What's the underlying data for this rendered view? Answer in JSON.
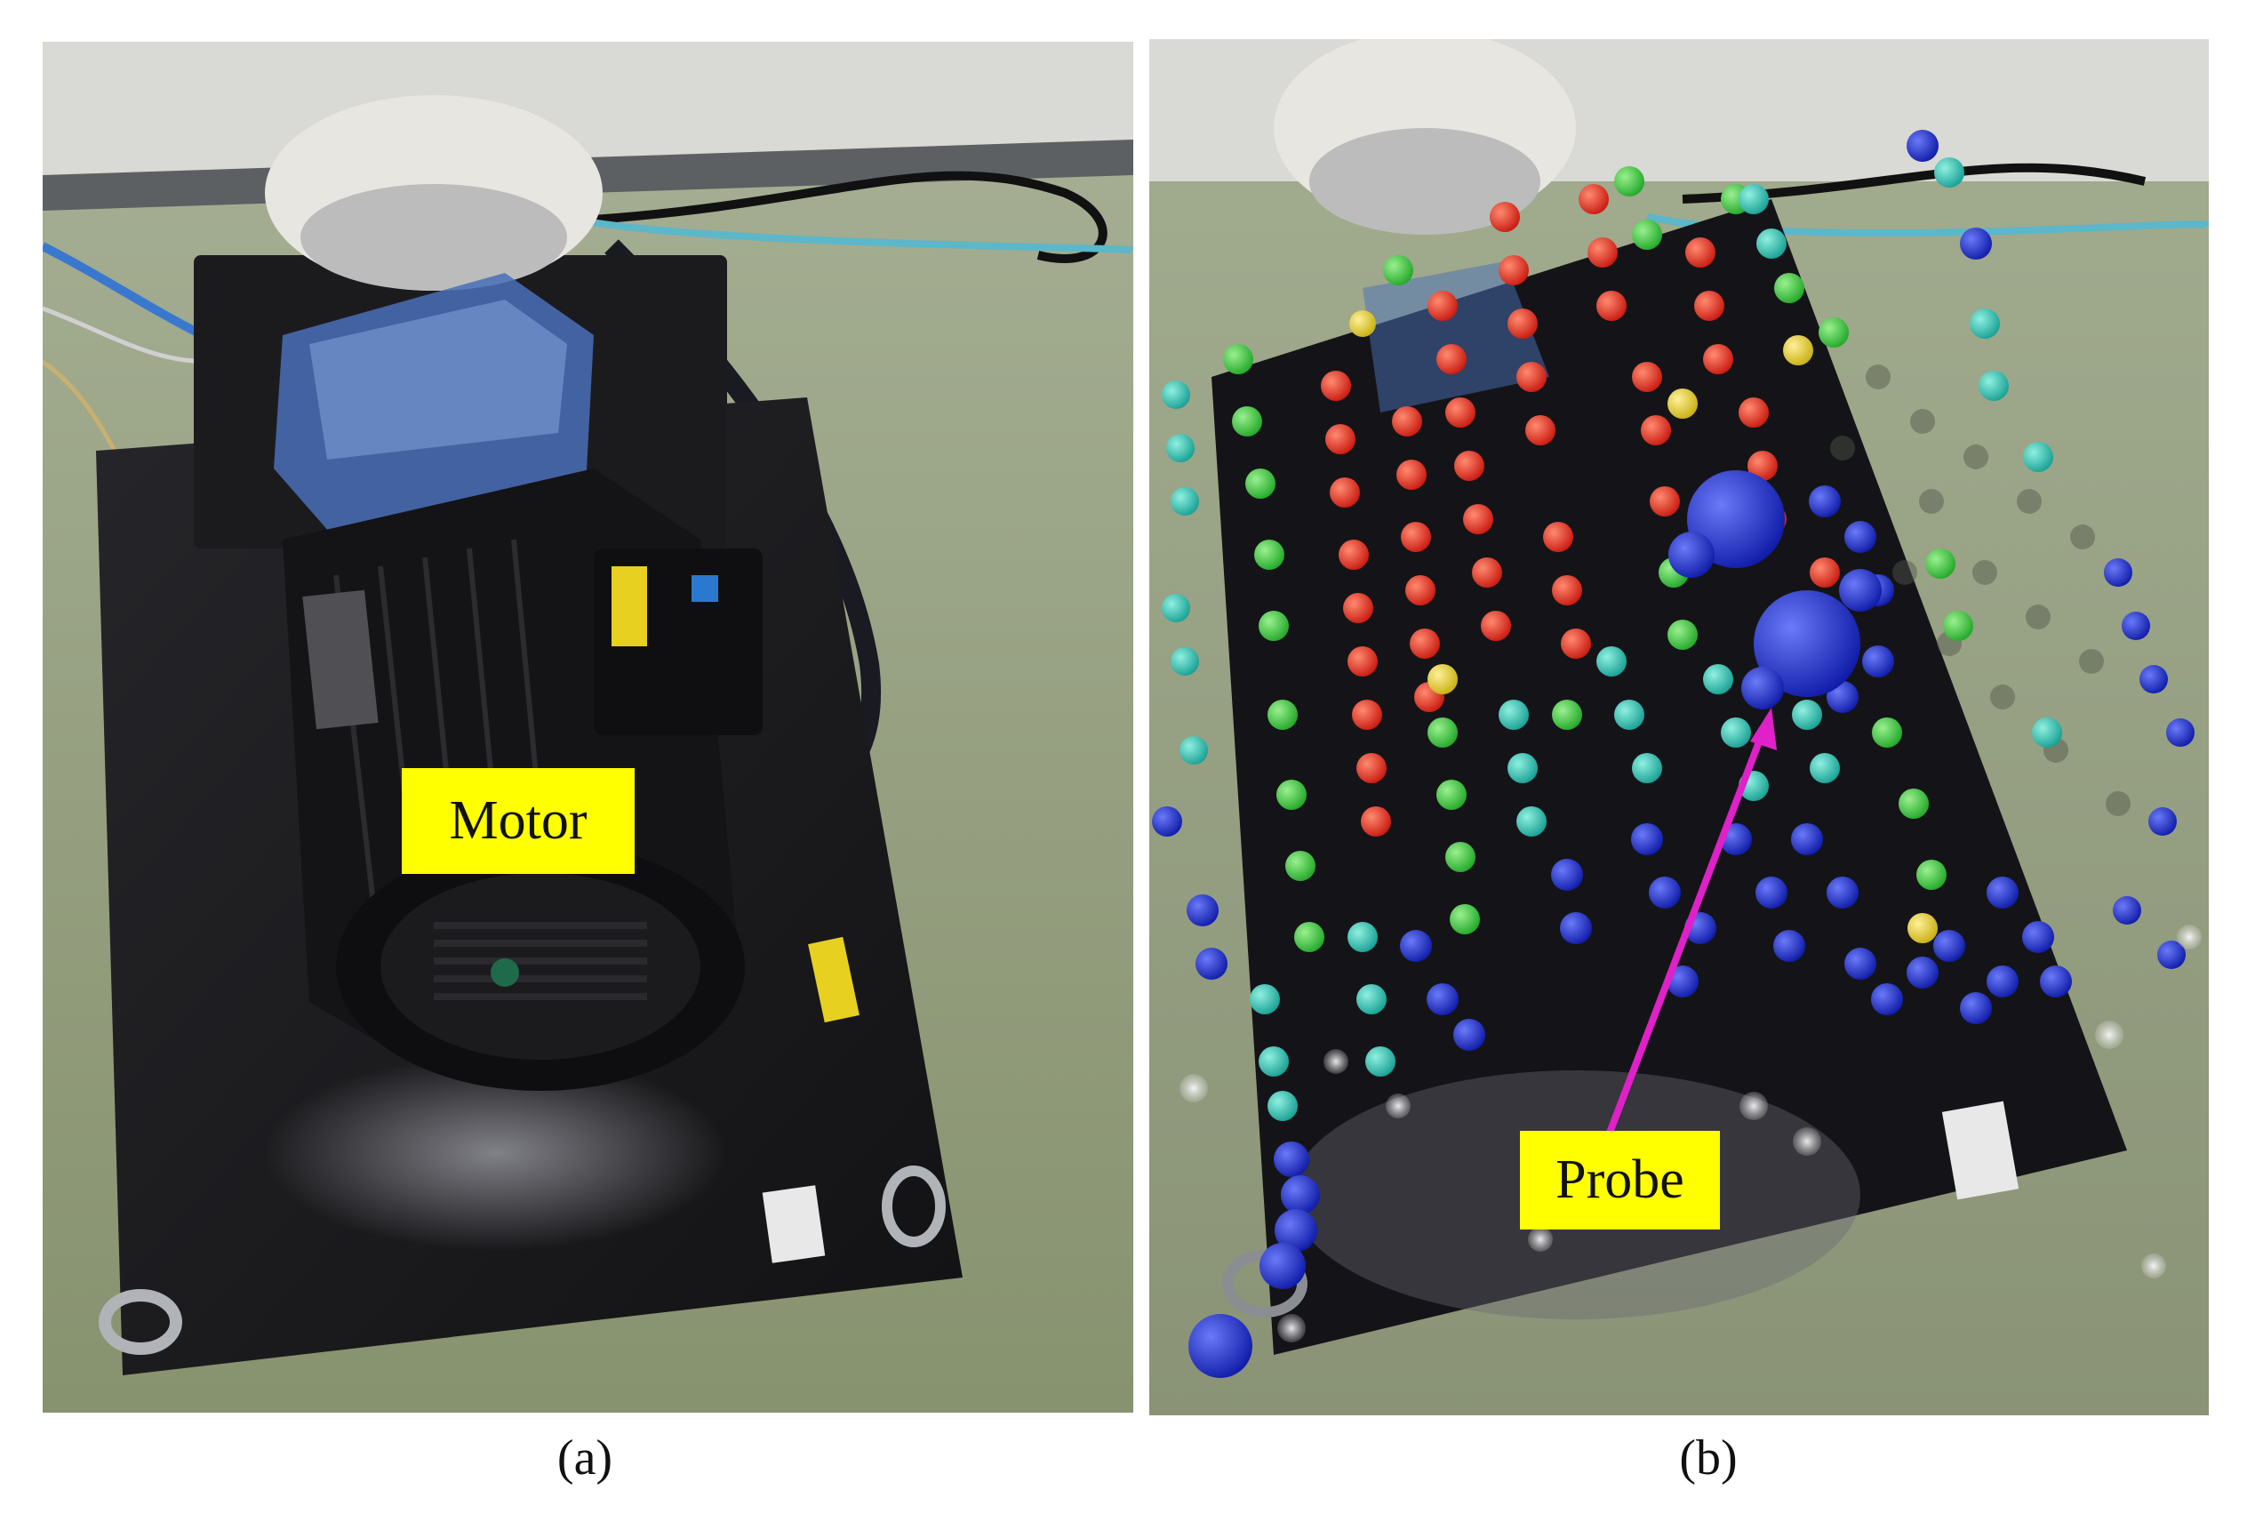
{
  "figure": {
    "panels": [
      {
        "id": "a",
        "caption": "(a)",
        "label": "Motor"
      },
      {
        "id": "b",
        "caption": "(b)",
        "label": "Probe"
      }
    ],
    "colors": {
      "floor": "#8f9a7a",
      "wall": "#d8d8d4",
      "base_plate": "#1c1c1e",
      "motor_body": "#141416",
      "guard": "#4a6fb8",
      "label_bg": "#ffff00",
      "probe_arrow": "#e020c8",
      "sphere_red": "#e02a1e",
      "sphere_green": "#3cc83c",
      "sphere_cyan": "#25c0b0",
      "sphere_blue": "#1a2ad0",
      "sphere_yellow": "#e0d020"
    },
    "icons": [
      "arrow-icon"
    ]
  }
}
